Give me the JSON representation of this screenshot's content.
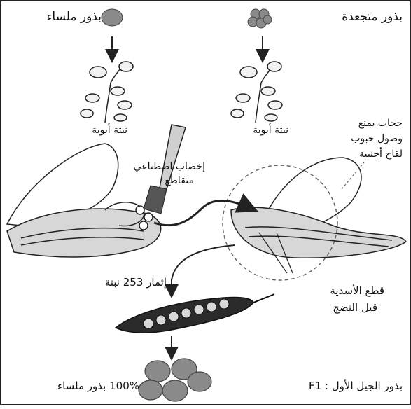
{
  "labels": {
    "smooth_seeds": "بذور ملساء",
    "wrinkled_seeds": "بذور متجعدة",
    "parent_plant_left": "نبتة أبوية",
    "parent_plant_right": "نبتة أبوية",
    "cross_pollination_line1": "إخصاب اصطناعي",
    "cross_pollination_line2": "متقاطع",
    "bag_line1": "حجاب يمنع",
    "bag_line2": "وصول حبوب",
    "bag_line3": "لقاح أجنبية",
    "fruiting": "إثمار 253 نبتة",
    "stamens_line1": "قطع الأسدية",
    "stamens_line2": "قبل النضج",
    "f1_label": "بذور الجيل الأول : F1",
    "f1_result": "100% بذور ملساء"
  },
  "colors": {
    "seed_fill": "#8a8a8a",
    "flower_fill": "#d7d7d7",
    "line": "#222222"
  }
}
